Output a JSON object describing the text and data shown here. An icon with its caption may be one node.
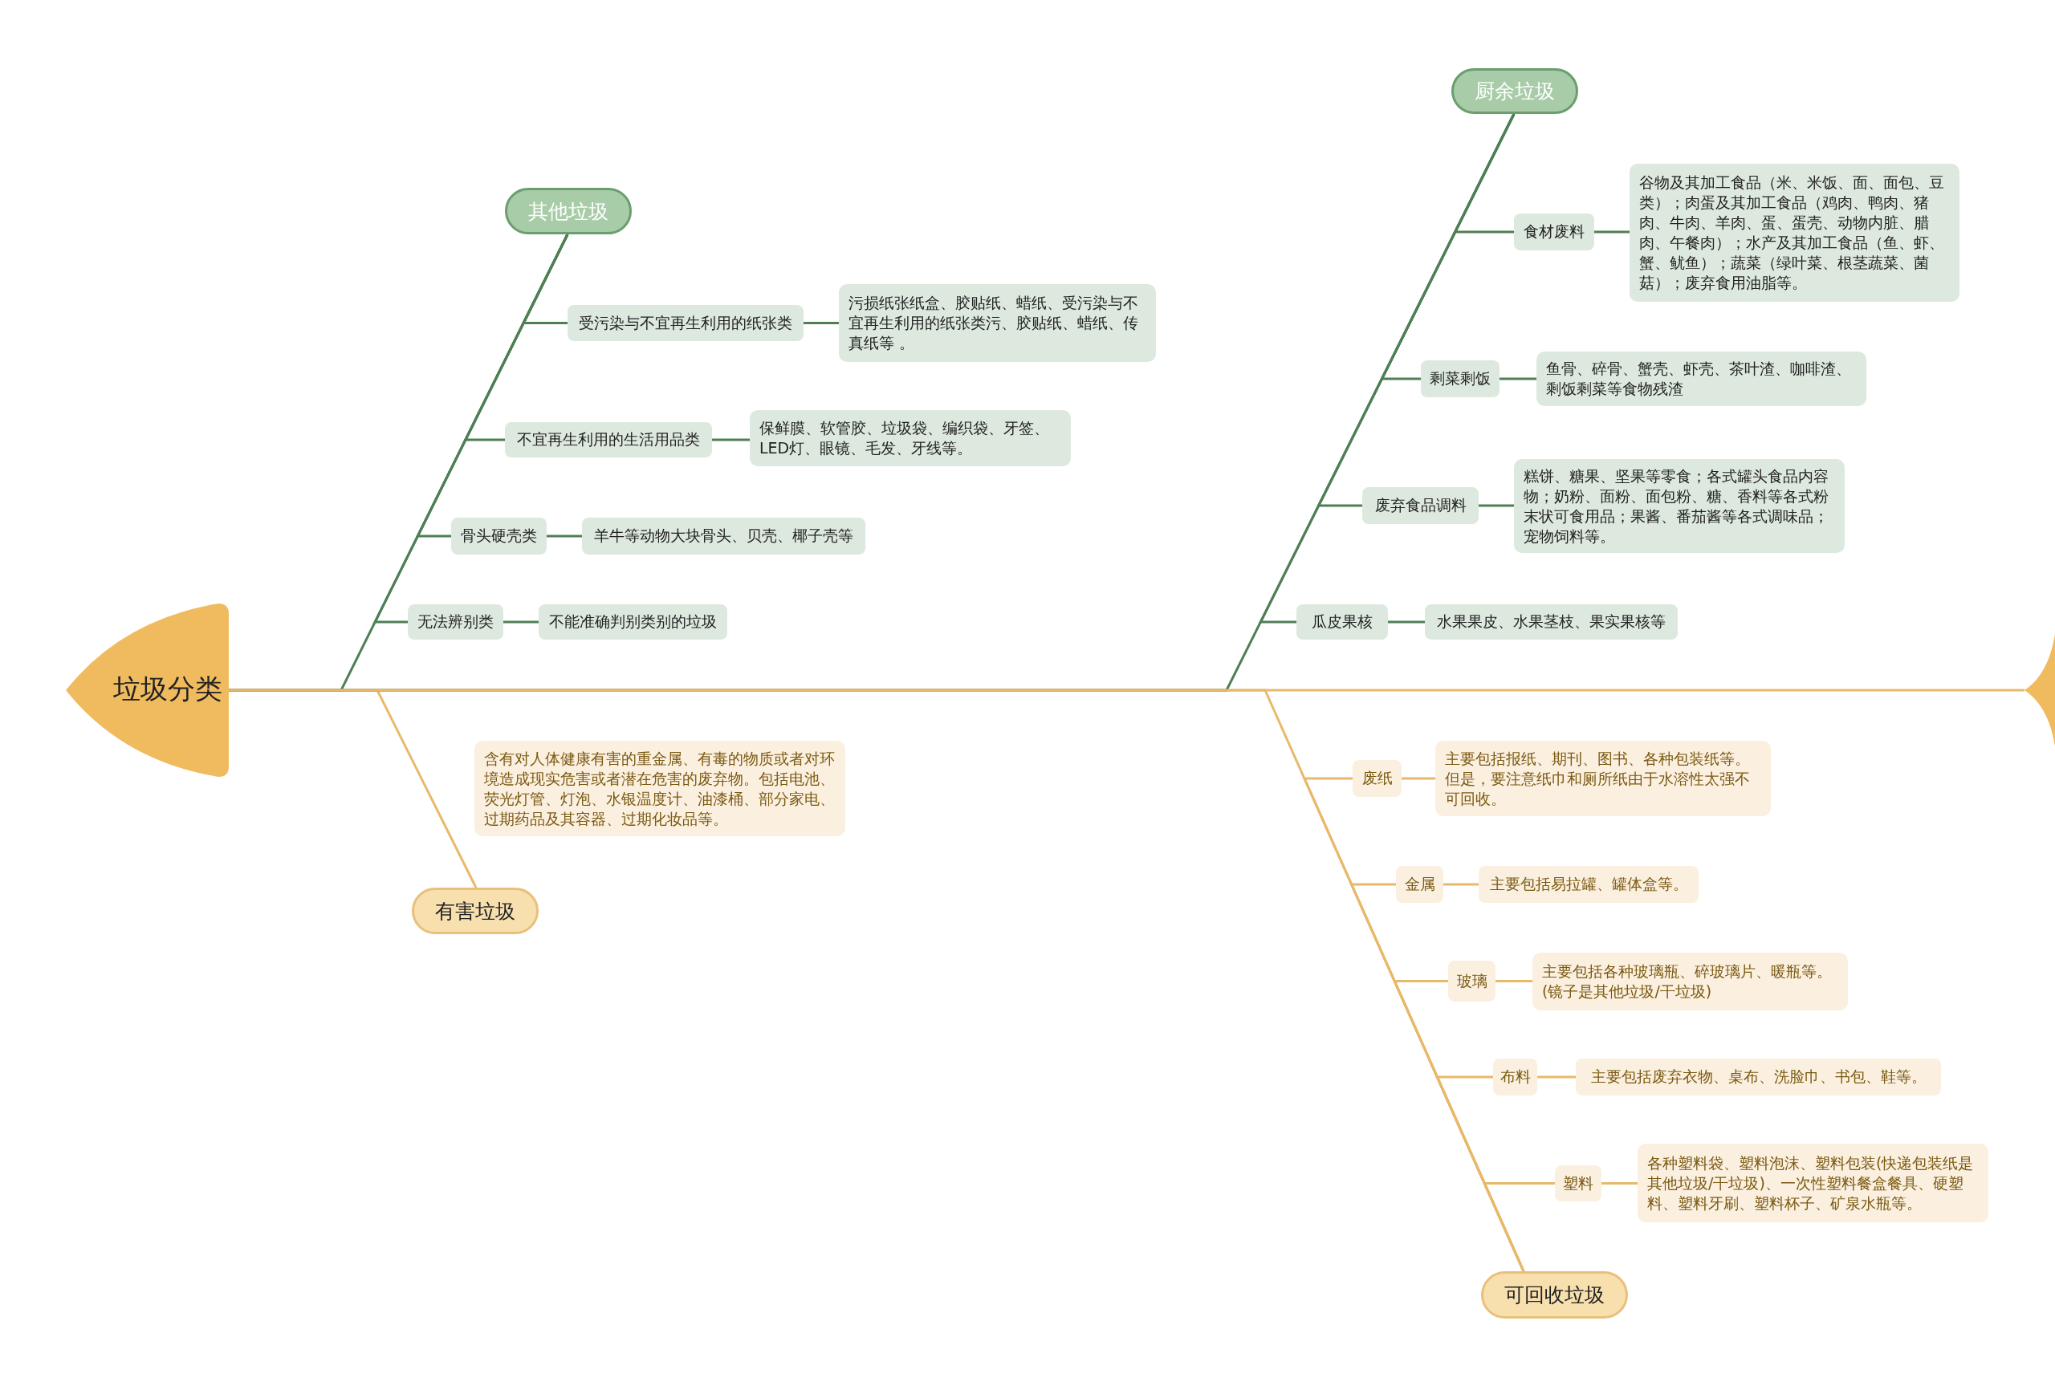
{
  "diagram": {
    "nodes": [
      {
        "text": [
          "垃圾分类"
        ]
      },
      {
        "text": [
          "其他垃圾"
        ]
      },
      {
        "text": [
          "受污染与不宜再生利用的纸张类"
        ]
      },
      {
        "text": [
          "污损纸张纸盒、胶贴纸、蜡纸、受污染与不宜再生利用的纸张类污、胶贴纸、蜡纸、传真纸等 。"
        ]
      },
      {
        "text": [
          "不宜再生利用的生活用品类"
        ]
      },
      {
        "text": [
          "保鲜膜、软管胶、垃圾袋、编织袋、牙签、LED灯、眼镜、毛发、牙线等。"
        ]
      },
      {
        "text": [
          "骨头硬壳类"
        ]
      },
      {
        "text": [
          "羊牛等动物大块骨头、贝壳、椰子壳等"
        ]
      },
      {
        "text": [
          "无法辨别类"
        ]
      },
      {
        "text": [
          "不能准确判别类别的垃圾"
        ]
      },
      {
        "text": [
          "有害垃圾"
        ]
      },
      {
        "text": [
          "含有对人体健康有害的重金属、有毒的物质或者对环境造成现实危害或者潜在危害的废弃物。包括电池、荧光灯管、灯泡、水银温度计、油漆桶、部分家电、过期药品及其容器、过期化妆品等。"
        ]
      },
      {
        "text": [
          "厨余垃圾"
        ]
      },
      {
        "text": [
          "食材废料"
        ]
      },
      {
        "text": [
          "谷物及其加工食品（米、米饭、面、面包、豆类）；肉蛋及其加工食品（鸡肉、鸭肉、猪肉、牛肉、羊肉、蛋、蛋壳、动物内脏、腊肉、午餐肉）；水产及其加工食品（鱼、虾、蟹、鱿鱼）；蔬菜（绿叶菜、根茎蔬菜、菌菇）；废弃食用油脂等。"
        ]
      },
      {
        "text": [
          "剩菜剩饭"
        ]
      },
      {
        "text": [
          "鱼骨、碎骨、蟹壳、虾壳、茶叶渣、咖啡渣、剩饭剩菜等食物残渣"
        ]
      },
      {
        "text": [
          "废弃食品调料"
        ]
      },
      {
        "text": [
          "糕饼、糖果、坚果等零食；各式罐头食品内容物；奶粉、面粉、面包粉、糖、香料等各式粉末状可食用品；果酱、番茄酱等各式调味品；宠物饲料等。"
        ]
      },
      {
        "text": [
          "瓜皮果核"
        ]
      },
      {
        "text": [
          "水果果皮、水果茎枝、果实果核等"
        ]
      },
      {
        "text": [
          "可回收垃圾"
        ]
      },
      {
        "text": [
          "废纸"
        ]
      },
      {
        "text": [
          "主要包括报纸、期刊、图书、各种包装纸等。但是，要注意纸巾和厕所纸由于水溶性太强不可回收。"
        ]
      },
      {
        "text": [
          "金属"
        ]
      },
      {
        "text": [
          "主要包括易拉罐、罐体盒等。"
        ]
      },
      {
        "text": [
          "玻璃"
        ]
      },
      {
        "text": [
          "主要包括各种玻璃瓶、碎玻璃片、暖瓶等。(镜子是其他垃圾/干垃圾)"
        ]
      },
      {
        "text": [
          "布料"
        ]
      },
      {
        "text": [
          "主要包括废弃衣物、桌布、洗脸巾、书包、鞋等。"
        ]
      },
      {
        "text": [
          "塑料"
        ]
      },
      {
        "text": [
          "各种塑料袋、塑料泡沫、塑料包装(快递包装纸是其他垃圾/干垃圾)、一次性塑料餐盒餐具、硬塑料、塑料牙刷、塑料杯子、矿泉水瓶等。"
        ]
      },
      {
        "text": [],
        "shape": "tail"
      }
    ],
    "edges": [
      {
        "from": 0,
        "to": 32,
        "arrow": "none",
        "color": "#e8b96a"
      },
      {
        "from": 1,
        "to": 0,
        "arrow": "none"
      },
      {
        "from": 1,
        "to": 2,
        "arrow": "none"
      },
      {
        "from": 2,
        "to": 3,
        "arrow": "none"
      },
      {
        "from": 1,
        "to": 4,
        "arrow": "none"
      },
      {
        "from": 4,
        "to": 5,
        "arrow": "none"
      },
      {
        "from": 1,
        "to": 6,
        "arrow": "none"
      },
      {
        "from": 6,
        "to": 7,
        "arrow": "none"
      },
      {
        "from": 1,
        "to": 8,
        "arrow": "none"
      },
      {
        "from": 8,
        "to": 9,
        "arrow": "none"
      },
      {
        "from": 10,
        "to": 0,
        "arrow": "none",
        "color": "#e8b96a"
      },
      {
        "from": 12,
        "to": 0,
        "arrow": "none"
      },
      {
        "from": 12,
        "to": 13,
        "arrow": "none"
      },
      {
        "from": 13,
        "to": 14,
        "arrow": "none"
      },
      {
        "from": 12,
        "to": 15,
        "arrow": "none"
      },
      {
        "from": 15,
        "to": 16,
        "arrow": "none"
      },
      {
        "from": 12,
        "to": 17,
        "arrow": "none"
      },
      {
        "from": 17,
        "to": 18,
        "arrow": "none"
      },
      {
        "from": 12,
        "to": 19,
        "arrow": "none"
      },
      {
        "from": 19,
        "to": 20,
        "arrow": "none"
      },
      {
        "from": 21,
        "to": 0,
        "arrow": "none",
        "color": "#e8b96a"
      },
      {
        "from": 21,
        "to": 22,
        "arrow": "none",
        "color": "#e8b96a"
      },
      {
        "from": 22,
        "to": 23,
        "arrow": "none",
        "color": "#e8b96a"
      },
      {
        "from": 21,
        "to": 24,
        "arrow": "none",
        "color": "#e8b96a"
      },
      {
        "from": 24,
        "to": 25,
        "arrow": "none",
        "color": "#e8b96a"
      },
      {
        "from": 21,
        "to": 26,
        "arrow": "none",
        "color": "#e8b96a"
      },
      {
        "from": 26,
        "to": 27,
        "arrow": "none",
        "color": "#e8b96a"
      },
      {
        "from": 21,
        "to": 28,
        "arrow": "none",
        "color": "#e8b96a"
      },
      {
        "from": 28,
        "to": 29,
        "arrow": "none",
        "color": "#e8b96a"
      },
      {
        "from": 21,
        "to": 30,
        "arrow": "none",
        "color": "#e8b96a"
      },
      {
        "from": 30,
        "to": 31,
        "arrow": "none",
        "color": "#e8b96a"
      }
    ]
  }
}
